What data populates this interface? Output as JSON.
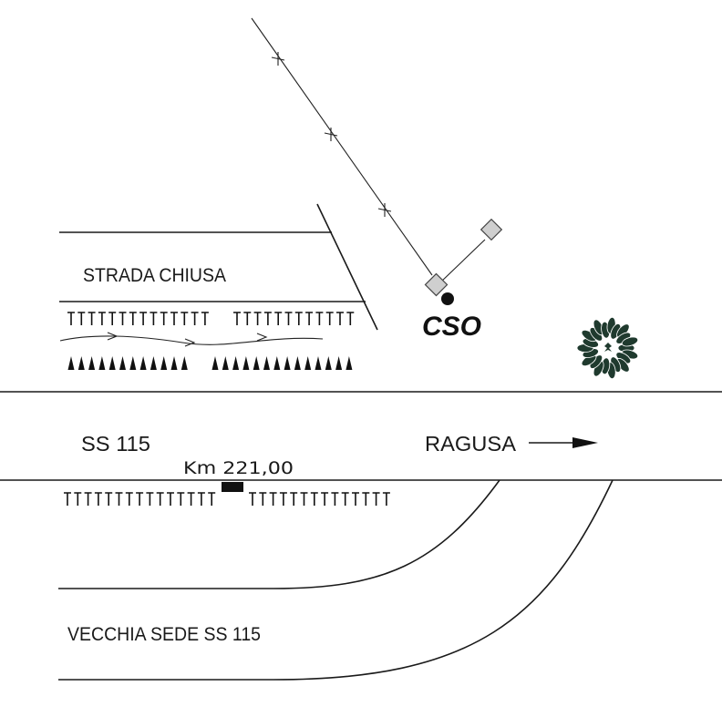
{
  "labels": {
    "closed_road": "STRADA CHIUSA",
    "station": "CSO",
    "main_road": "SS 115",
    "direction": "RAGUSA",
    "km_marker": "Km 221,00",
    "old_road": "VECCHIA SEDE SS 115"
  },
  "symbols": {
    "station_marker": "filled-circle",
    "instrument_shape": "diamond",
    "vegetation": "tree-icon",
    "km_marker": "black-rectangle",
    "direction_arrow": "arrow-right"
  },
  "colors": {
    "line": "#1a1a1a",
    "instrument_fill": "#cfcfcf",
    "tree_fill": "#1f3a2e"
  }
}
